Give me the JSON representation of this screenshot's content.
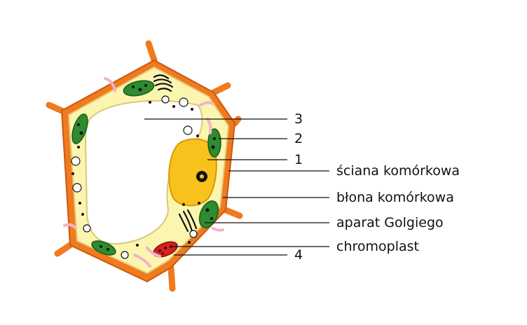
{
  "diagram": {
    "numbered_labels": [
      "3",
      "2",
      "1",
      "4"
    ],
    "text_labels": [
      "ściana komórkowa",
      "błona komórkowa",
      "aparat Golgiego",
      "chromoplast"
    ]
  },
  "colors": {
    "cell_wall": "#f07a1e",
    "cell_wall_edge": "#c85a10",
    "cytoplasm": "#fcf5b0",
    "vacuole": "#ffffff",
    "nucleus": "#f8c11c",
    "nucleolus": "#111111",
    "chloroplast": "#2e8b2e",
    "chromoplast": "#d81e1e",
    "golgi": "#111111",
    "mitochondria": "#f0b4c8"
  }
}
